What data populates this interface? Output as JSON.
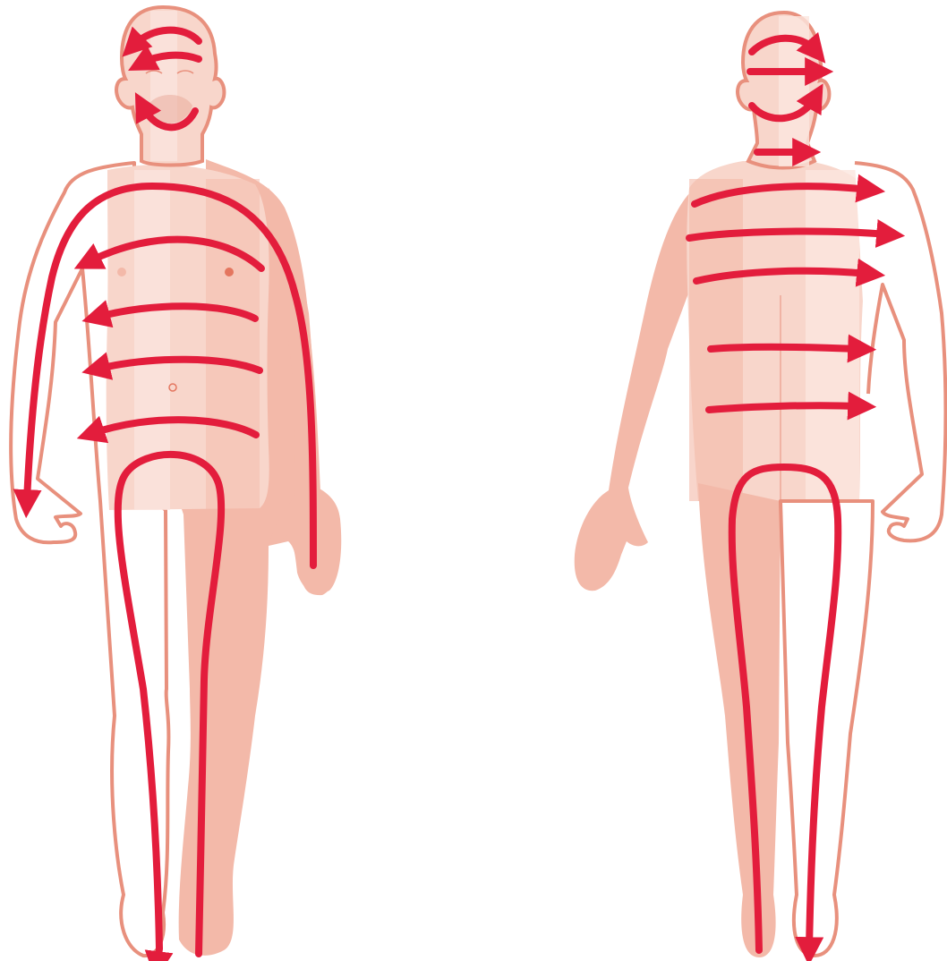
{
  "diagram": {
    "figures": [
      {
        "id": "front",
        "view": "front"
      },
      {
        "id": "back",
        "view": "back"
      }
    ],
    "colors": {
      "skin": "#f3b9a9",
      "skin_light": "#f8d6cb",
      "skin_pale": "#fbe6df",
      "outline": "#e8907d",
      "arrow": "#e31d3c",
      "nipple": "#e4765f"
    },
    "arrow_icon": "arrow-icon",
    "front_arrows": [
      {
        "name": "head-top-arrow",
        "direction": "left"
      },
      {
        "name": "forehead-arrow",
        "direction": "left"
      },
      {
        "name": "chin-arrow",
        "direction": "curve-up"
      },
      {
        "name": "body-left-side-arrow",
        "direction": "down"
      },
      {
        "name": "chest-arrow",
        "direction": "left"
      },
      {
        "name": "upper-abdomen-arrow",
        "direction": "left"
      },
      {
        "name": "mid-abdomen-arrow",
        "direction": "left"
      },
      {
        "name": "lower-abdomen-arrow",
        "direction": "left"
      },
      {
        "name": "left-leg-down-arrow",
        "direction": "down"
      },
      {
        "name": "right-leg-line",
        "direction": "none"
      }
    ],
    "back_arrows": [
      {
        "name": "back-head-arc-top",
        "direction": "right"
      },
      {
        "name": "back-head-middle",
        "direction": "right"
      },
      {
        "name": "back-head-arc-bottom",
        "direction": "right"
      },
      {
        "name": "neck-arrow",
        "direction": "right"
      },
      {
        "name": "shoulder-arrow",
        "direction": "right"
      },
      {
        "name": "upper-back-arrow",
        "direction": "right"
      },
      {
        "name": "scapula-arrow",
        "direction": "right"
      },
      {
        "name": "mid-back-arrow",
        "direction": "right"
      },
      {
        "name": "lower-back-arrow",
        "direction": "right"
      },
      {
        "name": "legs-u-arrow",
        "direction": "down"
      }
    ]
  }
}
